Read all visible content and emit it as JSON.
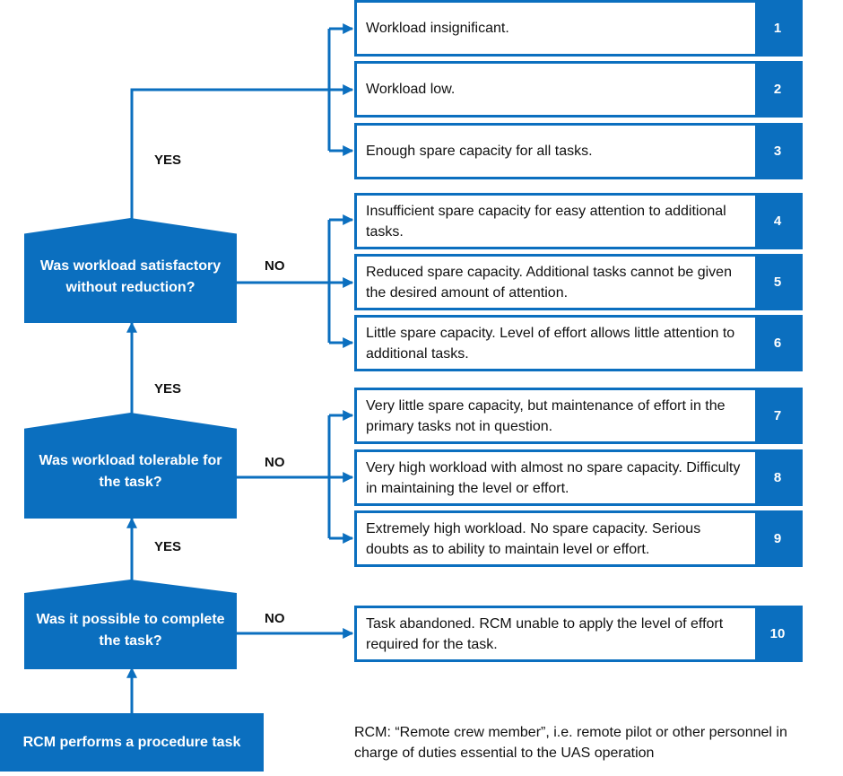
{
  "questions": {
    "satisfactory": "Was workload satisfactory without reduction?",
    "tolerable": "Was workload tolerable for the task?",
    "possible": "Was it possible to complete the task?",
    "start": "RCM performs a procedure task"
  },
  "labels": {
    "yes": "YES",
    "no": "NO"
  },
  "ratings": [
    {
      "num": "1",
      "text": "Workload insignificant."
    },
    {
      "num": "2",
      "text": "Workload low."
    },
    {
      "num": "3",
      "text": "Enough spare capacity for all tasks."
    },
    {
      "num": "4",
      "text": "Insufficient spare capacity for easy attention to additional tasks."
    },
    {
      "num": "5",
      "text": "Reduced spare capacity. Additional tasks cannot be given the desired amount of attention."
    },
    {
      "num": "6",
      "text": "Little spare capacity. Level of effort allows little attention to additional tasks."
    },
    {
      "num": "7",
      "text": "Very little spare capacity, but maintenance of effort in the primary tasks not in question."
    },
    {
      "num": "8",
      "text": "Very high workload with almost no spare capacity. Difficulty in maintaining the level or effort."
    },
    {
      "num": "9",
      "text": "Extremely high workload. No spare capacity. Serious doubts as to ability to maintain level or effort."
    },
    {
      "num": "10",
      "text": "Task abandoned. RCM unable to apply the level of effort required for the task."
    }
  ],
  "note": "RCM: “Remote crew member”, i.e. remote pilot or other personnel in charge of duties essential to the UAS operation",
  "colors": {
    "accent": "#0b6fbf"
  }
}
